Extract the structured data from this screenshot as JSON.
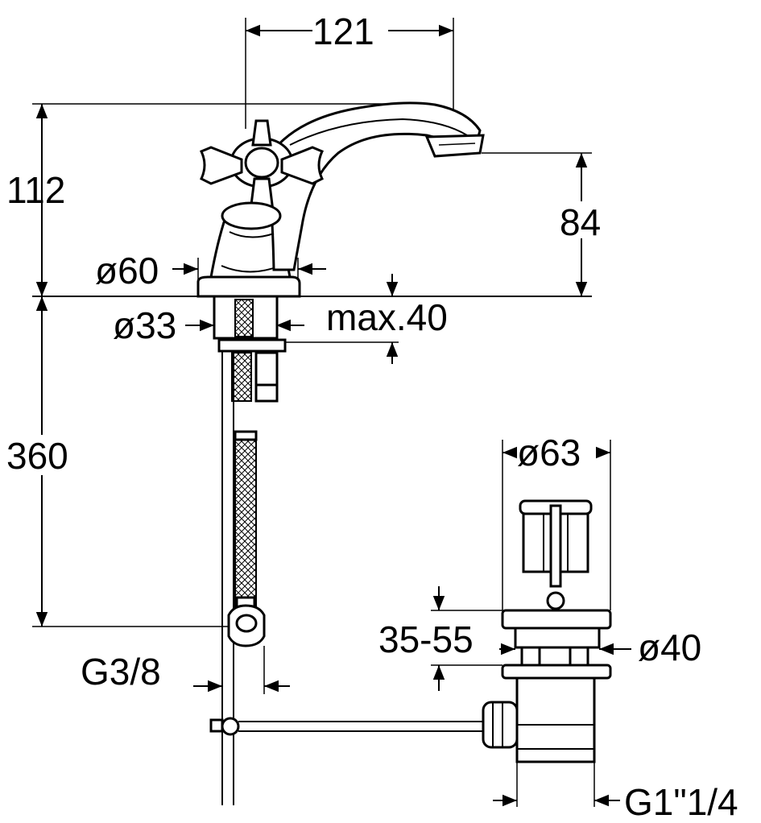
{
  "dimensions": {
    "width_121": "121",
    "height_112": "112",
    "height_84": "84",
    "diameter_60": "ø60",
    "diameter_33": "ø33",
    "max_40": "max.40",
    "length_360": "360",
    "diameter_63": "ø63",
    "range_35_55": "35-55",
    "diameter_40": "ø40",
    "thread_g38": "G3/8",
    "thread_g114": "G1\"1/4"
  }
}
